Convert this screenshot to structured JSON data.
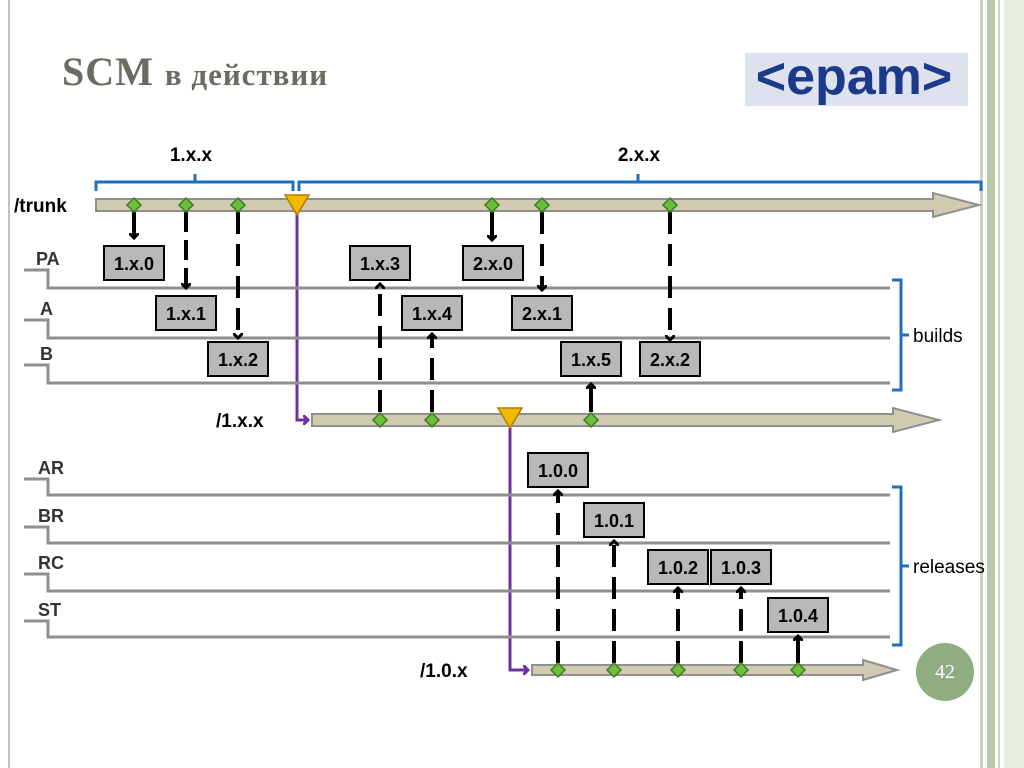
{
  "slide": {
    "title_main": "SCM",
    "title_rest": "в действии",
    "page_number": "42",
    "logo_text": "<epam>"
  },
  "diagram": {
    "version_groups": [
      "1.x.x",
      "2.x.x"
    ],
    "branches": [
      "/trunk",
      "/1.x.x",
      "/1.0.x"
    ],
    "build_levels": [
      "PA",
      "A",
      "B"
    ],
    "release_levels": [
      "AR",
      "BR",
      "RC",
      "ST"
    ],
    "builds": [
      "1.x.0",
      "1.x.1",
      "1.x.2",
      "1.x.3",
      "1.x.4",
      "2.x.0",
      "2.x.1",
      "1.x.5",
      "2.x.2"
    ],
    "releases": [
      "1.0.0",
      "1.0.1",
      "1.0.2",
      "1.0.3",
      "1.0.4"
    ],
    "bracket_labels": [
      "builds",
      "releases"
    ]
  },
  "colors": {
    "branch_fill": "#cfcab0",
    "branch_line": "#8f8f8f",
    "bracket_blue": "#1f6fc0",
    "branch_purple": "#7030a0",
    "diamond_green": "#6cbf3c",
    "triangle_orange": "#f5b800",
    "box_fill": "#b8b8b8",
    "logo_blue": "#1b3a8c",
    "page_circle": "#8fad7f"
  }
}
